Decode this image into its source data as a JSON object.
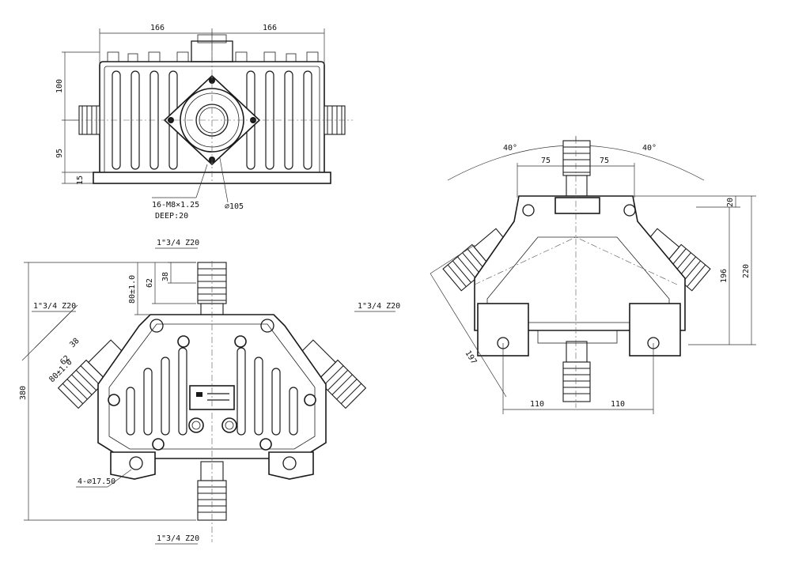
{
  "front_view": {
    "dim_left_half": "166",
    "dim_right_half": "166",
    "dim_upper_height": "100",
    "dim_lower_height": "95",
    "dim_base": "15",
    "bolt_note_line1": "16-M8×1.25",
    "bolt_note_line2": "DEEP:20",
    "bore_diameter": "⌀105"
  },
  "top_view": {
    "shaft_top_spec": "1\"3/4 Z20",
    "shaft_left_spec": "1\"3/4 Z20",
    "shaft_right_spec": "1\"3/4 Z20",
    "shaft_bottom_spec": "1\"3/4 Z20",
    "spline_len_top": "38",
    "shaft_len_top": "62",
    "shaft_tol_top": "80±1.0",
    "spline_len_left": "38",
    "shaft_len_left": "62",
    "shaft_tol_left": "80±1.0",
    "overall_length": "380",
    "mount_holes": "4-⌀17.50"
  },
  "side_view": {
    "angle_left": "40°",
    "angle_right": "40°",
    "half_width_left": "75",
    "half_width_right": "75",
    "dim_20": "20",
    "dim_196": "196",
    "dim_220": "220",
    "dim_197": "197",
    "mount_left": "110",
    "mount_right": "110"
  }
}
